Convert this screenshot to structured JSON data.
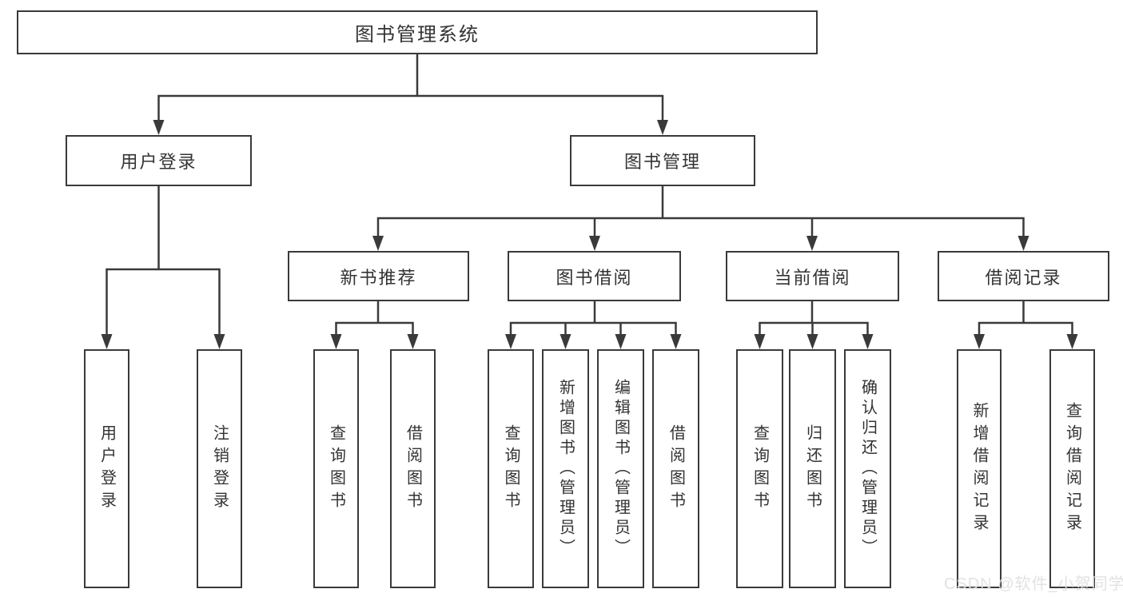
{
  "chart": {
    "root": {
      "label": "图书管理系统"
    },
    "level2": [
      {
        "id": "user-login",
        "label": "用户登录"
      },
      {
        "id": "book-management",
        "label": "图书管理"
      }
    ],
    "level3": [
      {
        "id": "new-book-recommend",
        "label": "新书推荐"
      },
      {
        "id": "book-borrowing",
        "label": "图书借阅"
      },
      {
        "id": "current-borrowing",
        "label": "当前借阅"
      },
      {
        "id": "borrowing-records",
        "label": "借阅记录"
      }
    ],
    "leaves": [
      {
        "id": "user-login-leaf",
        "label": "用户登录"
      },
      {
        "id": "logout",
        "label": "注销登录"
      },
      {
        "id": "query-books-recommend",
        "label": "查询图书"
      },
      {
        "id": "borrow-books-recommend",
        "label": "借阅图书"
      },
      {
        "id": "query-books-borrowing",
        "label": "查询图书"
      },
      {
        "id": "add-books-admin",
        "label": "新增图书（管理员）"
      },
      {
        "id": "edit-books-admin",
        "label": "编辑图书（管理员）"
      },
      {
        "id": "borrow-books-borrowing",
        "label": "借阅图书"
      },
      {
        "id": "query-books-current",
        "label": "查询图书"
      },
      {
        "id": "return-books",
        "label": "归还图书"
      },
      {
        "id": "confirm-return-admin",
        "label": "确认归还（管理员）"
      },
      {
        "id": "add-borrow-record",
        "label": "新增借阅记录"
      },
      {
        "id": "query-borrow-record",
        "label": "查询借阅记录"
      }
    ]
  },
  "watermark": {
    "text": "CSDN @软件_小贺同学"
  },
  "colors": {
    "line": "#3a3a3a",
    "text": "#333333",
    "background": "#ffffff",
    "watermark": "#e0e0e0"
  }
}
